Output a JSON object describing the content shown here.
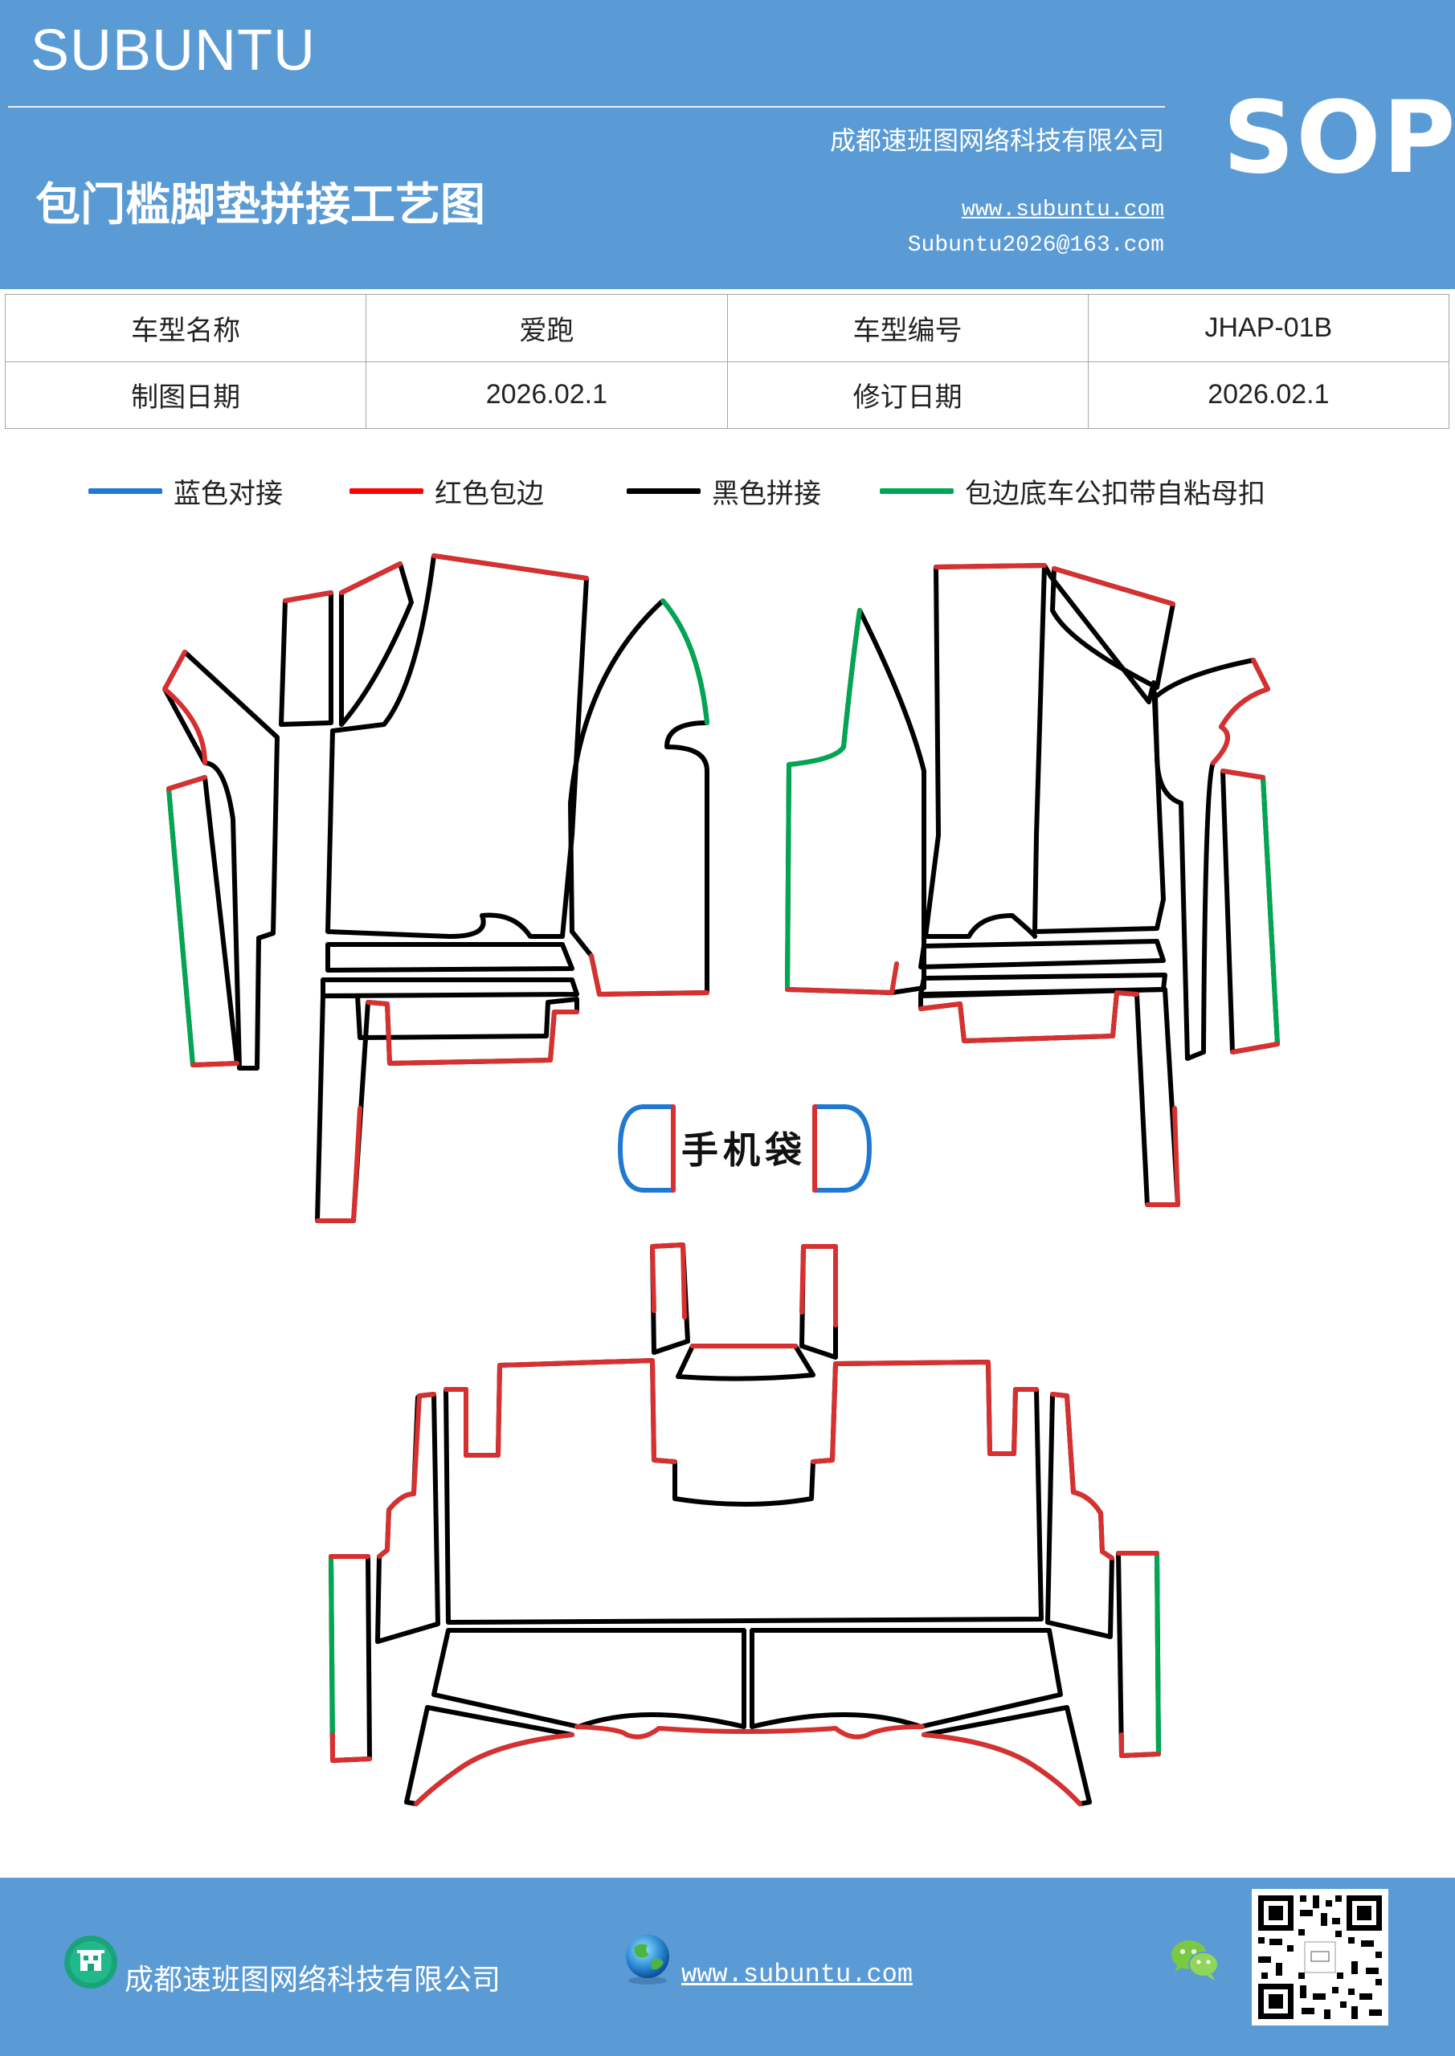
{
  "header": {
    "brand": "SUBUNTU",
    "company": "成都速班图网络科技有限公司",
    "title": "包门槛脚垫拼接工艺图",
    "website": "www.subuntu.com",
    "email": "Subuntu2026@163.com",
    "badge": "SOP",
    "color": "#5b9bd5"
  },
  "info_table": {
    "rows": [
      [
        "车型名称",
        "爱跑",
        "车型编号",
        "JHAP-01B"
      ],
      [
        "制图日期",
        "2026.02.1",
        "修订日期",
        "2026.02.1"
      ]
    ]
  },
  "legend": [
    {
      "label": "蓝色对接",
      "color": "#1f78d1"
    },
    {
      "label": "红色包边",
      "color": "#ff0000"
    },
    {
      "label": "黑色拼接",
      "color": "#000000"
    },
    {
      "label": "包边底车公扣带自粘母扣",
      "color": "#00a651"
    }
  ],
  "diagram": {
    "phone_pocket_label": "手机袋"
  },
  "footer": {
    "company": "成都速班图网络科技有限公司",
    "website": "www.subuntu.com",
    "icons": [
      "building-icon",
      "globe-icon",
      "wechat-icon",
      "qr-code"
    ]
  }
}
